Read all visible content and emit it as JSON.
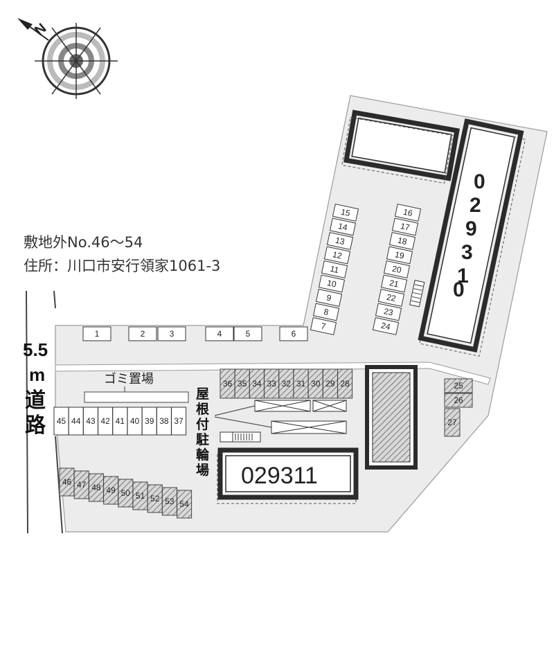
{
  "info": {
    "line1": "敷地外No.46〜54",
    "line2": "住所：川口市安行領家1061-3"
  },
  "road": {
    "width": "5.5",
    "unit": "m",
    "kanji": [
      "道",
      "路"
    ]
  },
  "garbage_label": "ゴミ置場",
  "bike_label": [
    "屋",
    "根",
    "付",
    "駐",
    "輪",
    "場"
  ],
  "buildings": {
    "main": "029311",
    "vertical": [
      "0",
      "2",
      "9",
      "3",
      "1",
      "0"
    ]
  },
  "compass": {
    "letter": "N"
  },
  "slots_top": [
    "1",
    "2",
    "3",
    "4",
    "5",
    "6"
  ],
  "slots_left_col": [
    "15",
    "14",
    "13",
    "12",
    "11",
    "10",
    "9",
    "8",
    "7"
  ],
  "slots_right_col": [
    "16",
    "17",
    "18",
    "19",
    "20",
    "21",
    "22",
    "23",
    "24"
  ],
  "slots_hatched_top": [
    "36",
    "35",
    "34",
    "33",
    "32",
    "31",
    "30",
    "29",
    "28"
  ],
  "slots_row_left": [
    "45",
    "44",
    "43",
    "42",
    "41",
    "40",
    "39",
    "38",
    "37"
  ],
  "slots_bottom": [
    "46",
    "47",
    "48",
    "49",
    "50",
    "51",
    "52",
    "53",
    "54"
  ],
  "slots_right_small": [
    "25",
    "26",
    "27"
  ],
  "colors": {
    "lot": "#ececec",
    "building": "#2b2b2b",
    "hatch": "#888888"
  }
}
